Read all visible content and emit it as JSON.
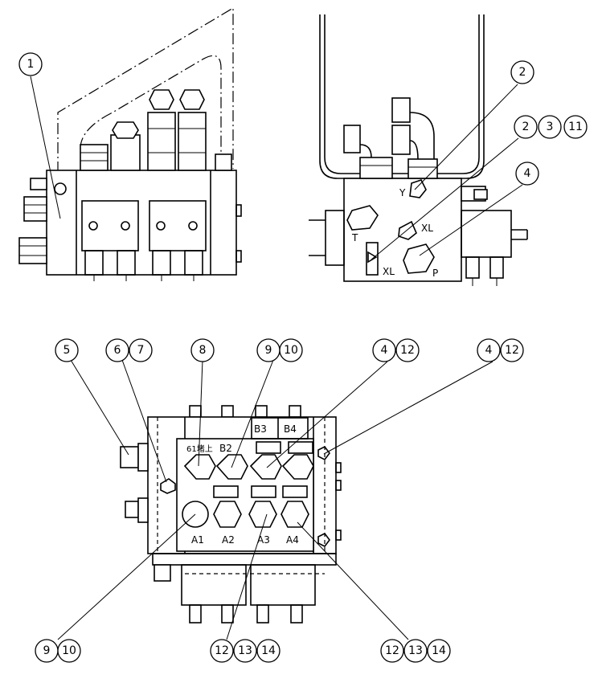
{
  "callouts": {
    "top_left": [
      "1"
    ],
    "top_right": [
      [
        "2"
      ],
      [
        "2",
        "3",
        "11"
      ],
      [
        "4"
      ]
    ],
    "bottom_top": [
      [
        "5"
      ],
      [
        "6",
        "7"
      ],
      [
        "8"
      ],
      [
        "9",
        "10"
      ],
      [
        "4",
        "12"
      ],
      [
        "4",
        "12"
      ]
    ],
    "bottom_bottom": [
      [
        "9",
        "10"
      ],
      [
        "12",
        "13",
        "14"
      ],
      [
        "12",
        "13",
        "14"
      ]
    ]
  },
  "port_labels": {
    "right_view": {
      "t": "T",
      "y": "Y",
      "xl_upper": "XL",
      "xl_lower": "XL",
      "p": "P"
    },
    "front_view": {
      "note": "61堵上",
      "b2": "B2",
      "b3": "B3",
      "b4": "B4",
      "a1": "A1",
      "a2": "A2",
      "a3": "A3",
      "a4": "A4"
    }
  },
  "colors": {
    "line": "#000000",
    "background": "#ffffff"
  }
}
